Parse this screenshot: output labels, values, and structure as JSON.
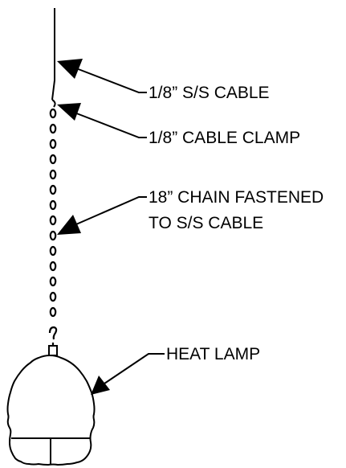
{
  "colors": {
    "ink": "#000000",
    "background": "#ffffff"
  },
  "callouts": [
    {
      "id": "cable",
      "lines": [
        "1/8” S/S CABLE"
      ]
    },
    {
      "id": "clamp",
      "lines": [
        "1/8” CABLE CLAMP"
      ]
    },
    {
      "id": "chain",
      "lines": [
        "18” CHAIN FASTENED",
        "TO S/S CABLE"
      ]
    },
    {
      "id": "lamp",
      "lines": [
        "HEAT LAMP"
      ]
    }
  ]
}
